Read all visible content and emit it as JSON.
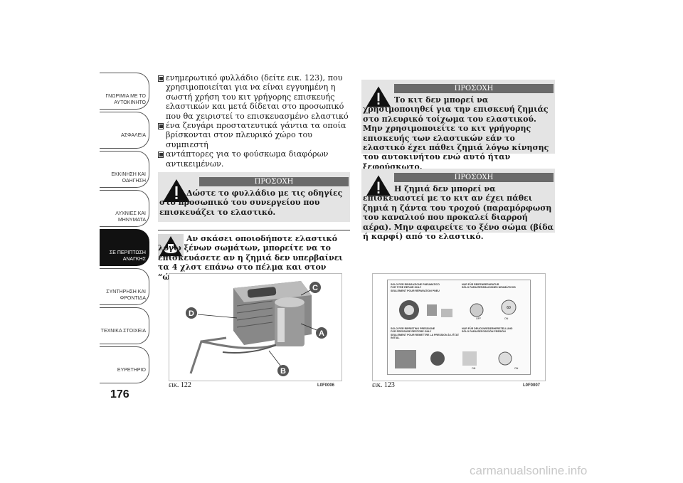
{
  "nav": {
    "tabs": [
      {
        "label": "ΓΝΩΡΙΜΙΑ ΜΕ ΤΟ ΑΥΤΟΚΙΝΗΤΟ",
        "active": false
      },
      {
        "label": "ΑΣΦΑΛΕΙΑ",
        "active": false
      },
      {
        "label": "ΕΚΚΙΝΗΣΗ ΚΑΙ ΟΔΗΓΗΣΗ",
        "active": false
      },
      {
        "label": "ΛΥΧΝΙΕΣ ΚΑΙ ΜΗΝΥΜΑΤΑ",
        "active": false
      },
      {
        "label": "ΣΕ ΠΕΡΙΠΤΩΣΗ ΑΝΑΓΚΗΣ",
        "active": true
      },
      {
        "label": "ΣΥΝΤΗΡΗΣΗ ΚΑΙ ΦΡΟΝΤΙΔΑ",
        "active": false
      },
      {
        "label": "ΤΕΧΝΙΚΑ ΣΤΟΙΧΕΙΑ",
        "active": false
      },
      {
        "label": "ΕΥΡΕΤΗΡΙΟ",
        "active": false
      }
    ]
  },
  "page_number": "176",
  "left": {
    "bullets": [
      "ενημερωτικό φυλλάδιο (δείτε εικ. 123), που χρησιμοποιείται για να είναι εγγυημένη η σωστή χρήση του κιτ γρήγορης επισκευής ελαστικών και μετά δίδεται στο προσωπικό που θα χειριστεί το επισκευασμένο ελαστικό",
      "ένα ζευγάρι προστατευτικά γάντια τα οποία βρίσκονται στον πλευρικό χώρο του συμπιεστή",
      "αντάπτορες για το φούσκωμα διαφόρων αντικειμένων."
    ],
    "warning": {
      "header": "ΠΡΟΣΟΧΗ",
      "text": "Δώστε το φυλλάδιο με τις οδηγίες στο προσωπικό του συνεργείου που επισκευάζει το ελαστικό."
    },
    "note": "Αν σκάσει οποιοδήποτε ελαστικό λόγω ξένων σωμάτων, μπορείτε να το επισκευάσετε αν η ζημιά δεν υπερβαίνει τα 4 χλστ επάνω στο πέλμα και στον “ώμο” του ελαστικού.",
    "figure": {
      "caption": "εικ. 122",
      "code": "L0F0006",
      "labels": [
        "C",
        "D",
        "A",
        "B"
      ]
    }
  },
  "right": {
    "warning1": {
      "header": "ΠΡΟΣΟΧΗ",
      "text": "Το κιτ δεν μπορεί να χρησιμοποιηθεί για την επισκευή ζημιάς στο πλευρικό τοίχωμα του ελαστικού. Μην χρησιμοποιείτε το κιτ γρήγορης επισκευής των ελαστικών εάν το ελαστικό έχει πάθει ζημιά λόγω κίνησης του αυτοκινήτου ενώ αυτό ήταν ξεφούσκωτο."
    },
    "warning2": {
      "header": "ΠΡΟΣΟΧΗ",
      "text": "Η ζημιά δεν μπορεί να επισκευαστεί με το κιτ αν έχει πάθει ζημιά η ζάντα του τροχού (παραμόρφωση του καναλιού που προκαλεί διαρροή αέρα). Μην αφαιρείτε το ξένο σώμα (βίδα ή καρφί) από το ελαστικό."
    },
    "figure": {
      "caption": "εικ. 123",
      "code": "L0F0007",
      "leaflet": {
        "top_left": [
          "SOLO PER RIPARAZIONE PNEUMATICO",
          "FOR TYRE REPAIR ONLY",
          "SEULEMENT POUR RÉPARATION PNEU"
        ],
        "top_right": [
          "NUR FÜR REIFENREPARATUR",
          "SÓLO PARA REPARACIONES NEUMÁTICOS"
        ],
        "bottom_left": [
          "SOLO PER RIPRISTINO PRESSIONE",
          "FOR PRESSURE RESTORE ONLY",
          "SEULEMENT POUR REMETTRE LA PRESSION À L'ÉTAT INITIAL"
        ],
        "bottom_right": [
          "NUR FÜR DRUCKWIEDERHERSTELLUNG",
          "SÓLO PARA REPOSICIÓN PRESIÓN"
        ],
        "tokens": [
          "OFF",
          "ON",
          "ON",
          "ON"
        ]
      }
    }
  },
  "footer": "carmanualsonline.info",
  "colors": {
    "warning_bg": "#e4e4e4",
    "warning_header": "#6a6a6a",
    "active_tab": "#111111"
  }
}
